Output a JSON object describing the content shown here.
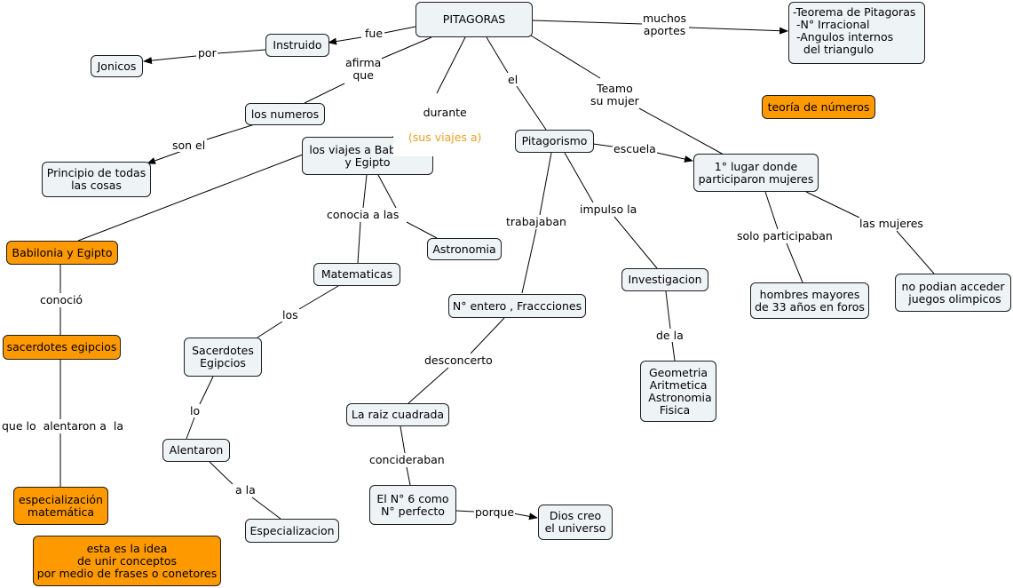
{
  "colors": {
    "node_fill": "#eef3f6",
    "highlight_fill": "#ff9900",
    "border": "#1e1e1e",
    "accent_text": "#e8a020"
  },
  "nodes": {
    "pitagoras": "PITAGORAS",
    "aportes": "-Teorema de Pitagoras\n -N° Irracional\n -Angulos internos\n   del triangulo",
    "teoria_numeros": "teoría de números",
    "instruido": "Instruido",
    "jonicos": "Jonicos",
    "los_numeros": "los numeros",
    "principio": "Principio de todas\nlas cosas",
    "viajes": "los viajes a Babilonia\ny Egipto",
    "pitagorismo": "Pitagorismo",
    "primer_lugar": "1° lugar donde\nparticiparon mujeres",
    "babilonia_egipto": "Babilonia y Egipto",
    "astronomia": "Astronomia",
    "matematicas": "Matematicas",
    "n_entero": "N° entero , Fraccciones",
    "investigacion": "Investigacion",
    "hombres_mayores": "hombres mayores\nde 33 años en foros",
    "no_podian": "no podian acceder\n juegos olimpicos",
    "sacerdotes_egipcios_orange": "sacerdotes egipcios",
    "sacerdotes_egipcios": "Sacerdotes\nEgipcios",
    "raiz_cuadrada": "La raiz cuadrada",
    "ciencias": "Geometria\nAritmetica\n Astronomia\nFisica  ",
    "alentaron": "Alentaron",
    "especializacion_matematica": "especialización\nmatemática",
    "n6_perfecto": "El N° 6 como\nN° perfecto",
    "dios_creo": "Dios creo\nel universo",
    "especializacion": "Especializacion",
    "idea_note": "esta es la idea\nde unir conceptos\npor medio de frases o conetores"
  },
  "links": {
    "fue": "fue",
    "muchos_aportes": "muchos\naportes",
    "por": "por",
    "afirma_que": "afirma\nque",
    "durante": "durante",
    "durante_paren": "(sus viajes a)",
    "el": "el",
    "teamo_su_mujer": "Teamo\nsu mujer",
    "son_el": "son el",
    "escuela": "escuela",
    "conocia_a_las": "conocia a las",
    "trabajaban": "trabajaban",
    "impulso_la": "impulso la",
    "solo_participaban": "solo participaban",
    "las_mujeres": "las mujeres",
    "conocio": "conoció",
    "los": "los",
    "desconcerto": "desconcerto",
    "de_la": "de la",
    "que_lo_alentaron": "que lo  alentaron a  la",
    "lo": "lo",
    "concideraban": "concideraban",
    "a_la": "a la",
    "porque": "porque"
  }
}
